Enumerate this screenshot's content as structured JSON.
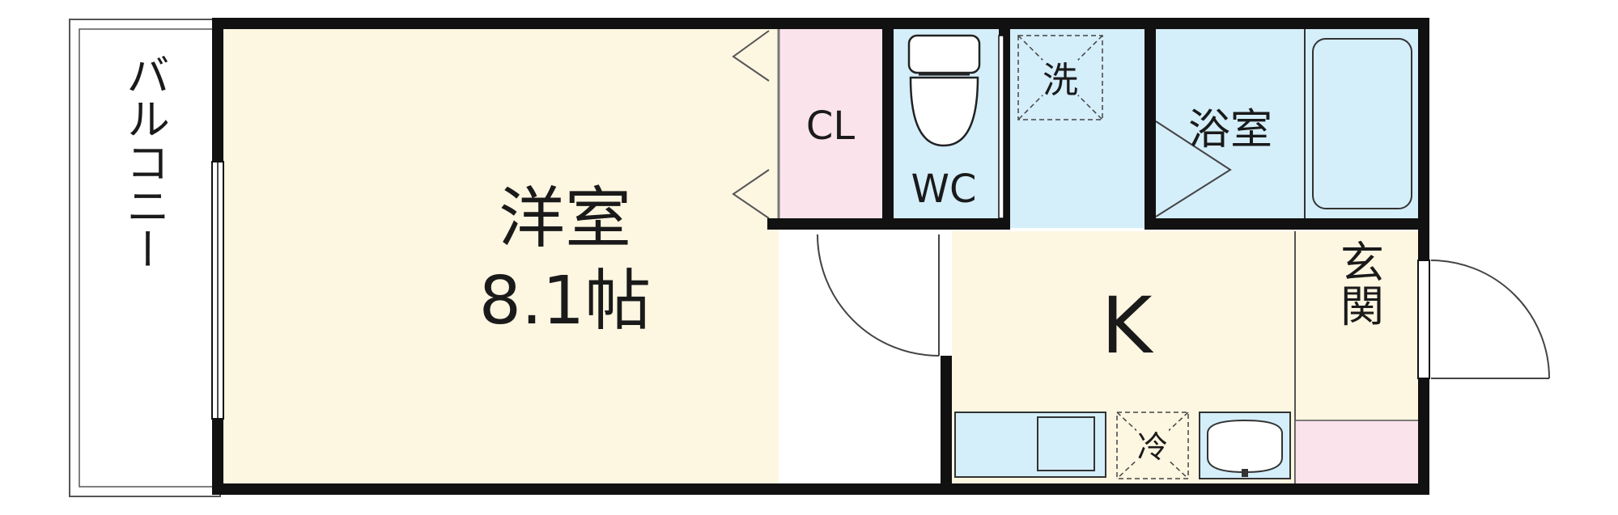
{
  "rooms": {
    "balcony": "バルコニー",
    "western_room": {
      "name": "洋室",
      "size": "8.1帖"
    },
    "closet": "CL",
    "toilet": "WC",
    "washer": "洗",
    "bathroom": "浴室",
    "kitchen": "K",
    "entrance": "玄関",
    "fridge": "冷"
  },
  "colors": {
    "wall": "#111111",
    "western_room_fill": "#fdf6e1",
    "closet_fill": "#fbe3ec",
    "wet_area_fill": "#d4eefa",
    "kitchen_fill": "#fdf6e1",
    "entrance_fill": "#fdf6e1",
    "shoe_box_fill": "#fbe3ec"
  }
}
